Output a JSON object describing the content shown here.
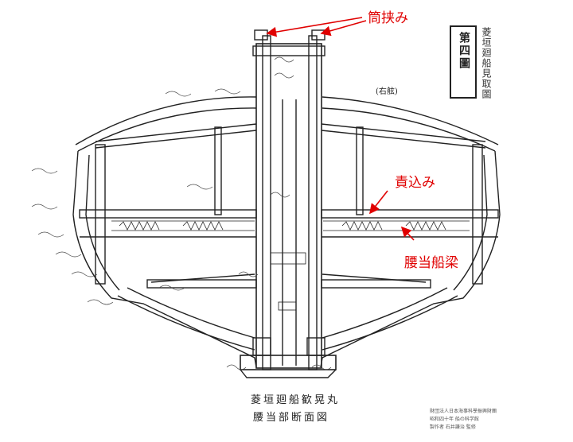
{
  "annotations": {
    "tsutsubasami": "筒挟み",
    "semekomi": "責込み",
    "koshiate_funabari": "腰当船梁"
  },
  "plate": {
    "title": "第四圖",
    "side_text": "菱垣廻船見取圖"
  },
  "caption": {
    "line1": "菱垣廻船歓晃丸",
    "line2": "腰当部断面図"
  },
  "footer_block": {
    "line1": "財団法人日本海事科學振興財團",
    "line2": "昭和四十年 船の科学館",
    "line3": "製作者 石井謙治 監修"
  },
  "colors": {
    "annotation": "#e00000",
    "ink": "#222222"
  }
}
